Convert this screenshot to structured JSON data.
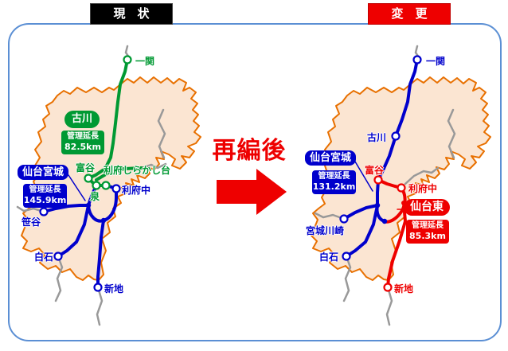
{
  "headers": {
    "current": "現　状",
    "change": "変　更"
  },
  "center": {
    "caption": "再編後"
  },
  "colors": {
    "current_header_bg": "#000000",
    "change_header_bg": "#ee0000",
    "office_green": "#009933",
    "office_blue": "#0000cc",
    "office_red": "#ee0000",
    "prefecture_outline": "#e87000",
    "prefecture_fill": "#fbe5d2",
    "other_road_gray": "#999999",
    "frame_border": "#5b8fd4"
  },
  "left_map": {
    "offices": {
      "furukawa": {
        "name": "古川",
        "length_label": "管理延長",
        "length": "82.5km"
      },
      "sendai_miyagi": {
        "name": "仙台宮城",
        "length_label": "管理延長",
        "length": "145.9km"
      }
    },
    "stations": {
      "ichinoseki": "一関",
      "tomiya": "富谷",
      "rifu_shirakashidai": "利府しらかし台",
      "izumi": "泉",
      "rifu_naka": "利府中",
      "sasaya": "笹谷",
      "shiroishi": "白石",
      "shinchi": "新地"
    }
  },
  "right_map": {
    "offices": {
      "sendai_miyagi": {
        "name": "仙台宮城",
        "length_label": "管理延長",
        "length": "131.2km"
      },
      "sendai_higashi": {
        "name": "仙台東",
        "length_label": "管理延長",
        "length": "85.3km"
      }
    },
    "stations": {
      "ichinoseki": "一関",
      "furukawa": "古川",
      "tomiya": "富谷",
      "rifu_naka": "利府中",
      "miyagi_kawasaki": "宮城川崎",
      "shiroishi": "白石",
      "shinchi": "新地"
    }
  }
}
